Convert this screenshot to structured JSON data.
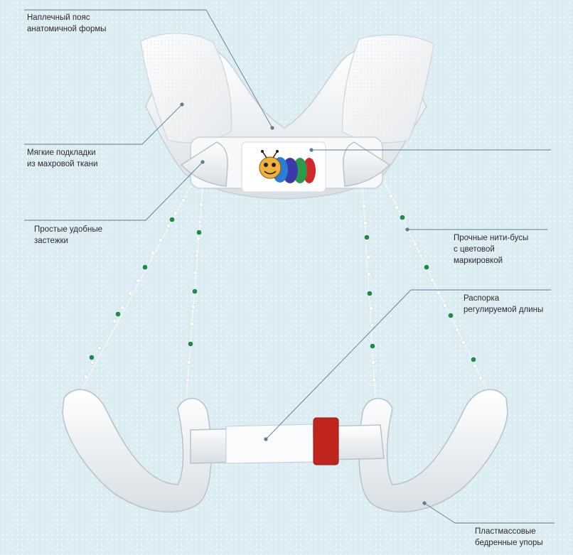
{
  "labels": {
    "shoulder_belt": "Наплечный пояс\nанатомичной формы",
    "soft_pads": "Мягкие подкладки\nиз махровой ткани",
    "clasps": "Простые удобные\nзастежки",
    "bead_straps": "Прочные нити-бусы\nс цветовой\nмаркировкой",
    "spreader": "Распорка\nрегулируемой длины",
    "thigh_supports": "Пластмассовые\nбедренные упоры"
  },
  "colors": {
    "background": "#dcecf3",
    "leader_line": "#5a7f93",
    "green_bead": "#1e8a45",
    "red_slider": "#c0261e",
    "caterpillar": [
      "#2a7fd4",
      "#3a3aa8",
      "#2b9a4a",
      "#d12a2a"
    ]
  }
}
